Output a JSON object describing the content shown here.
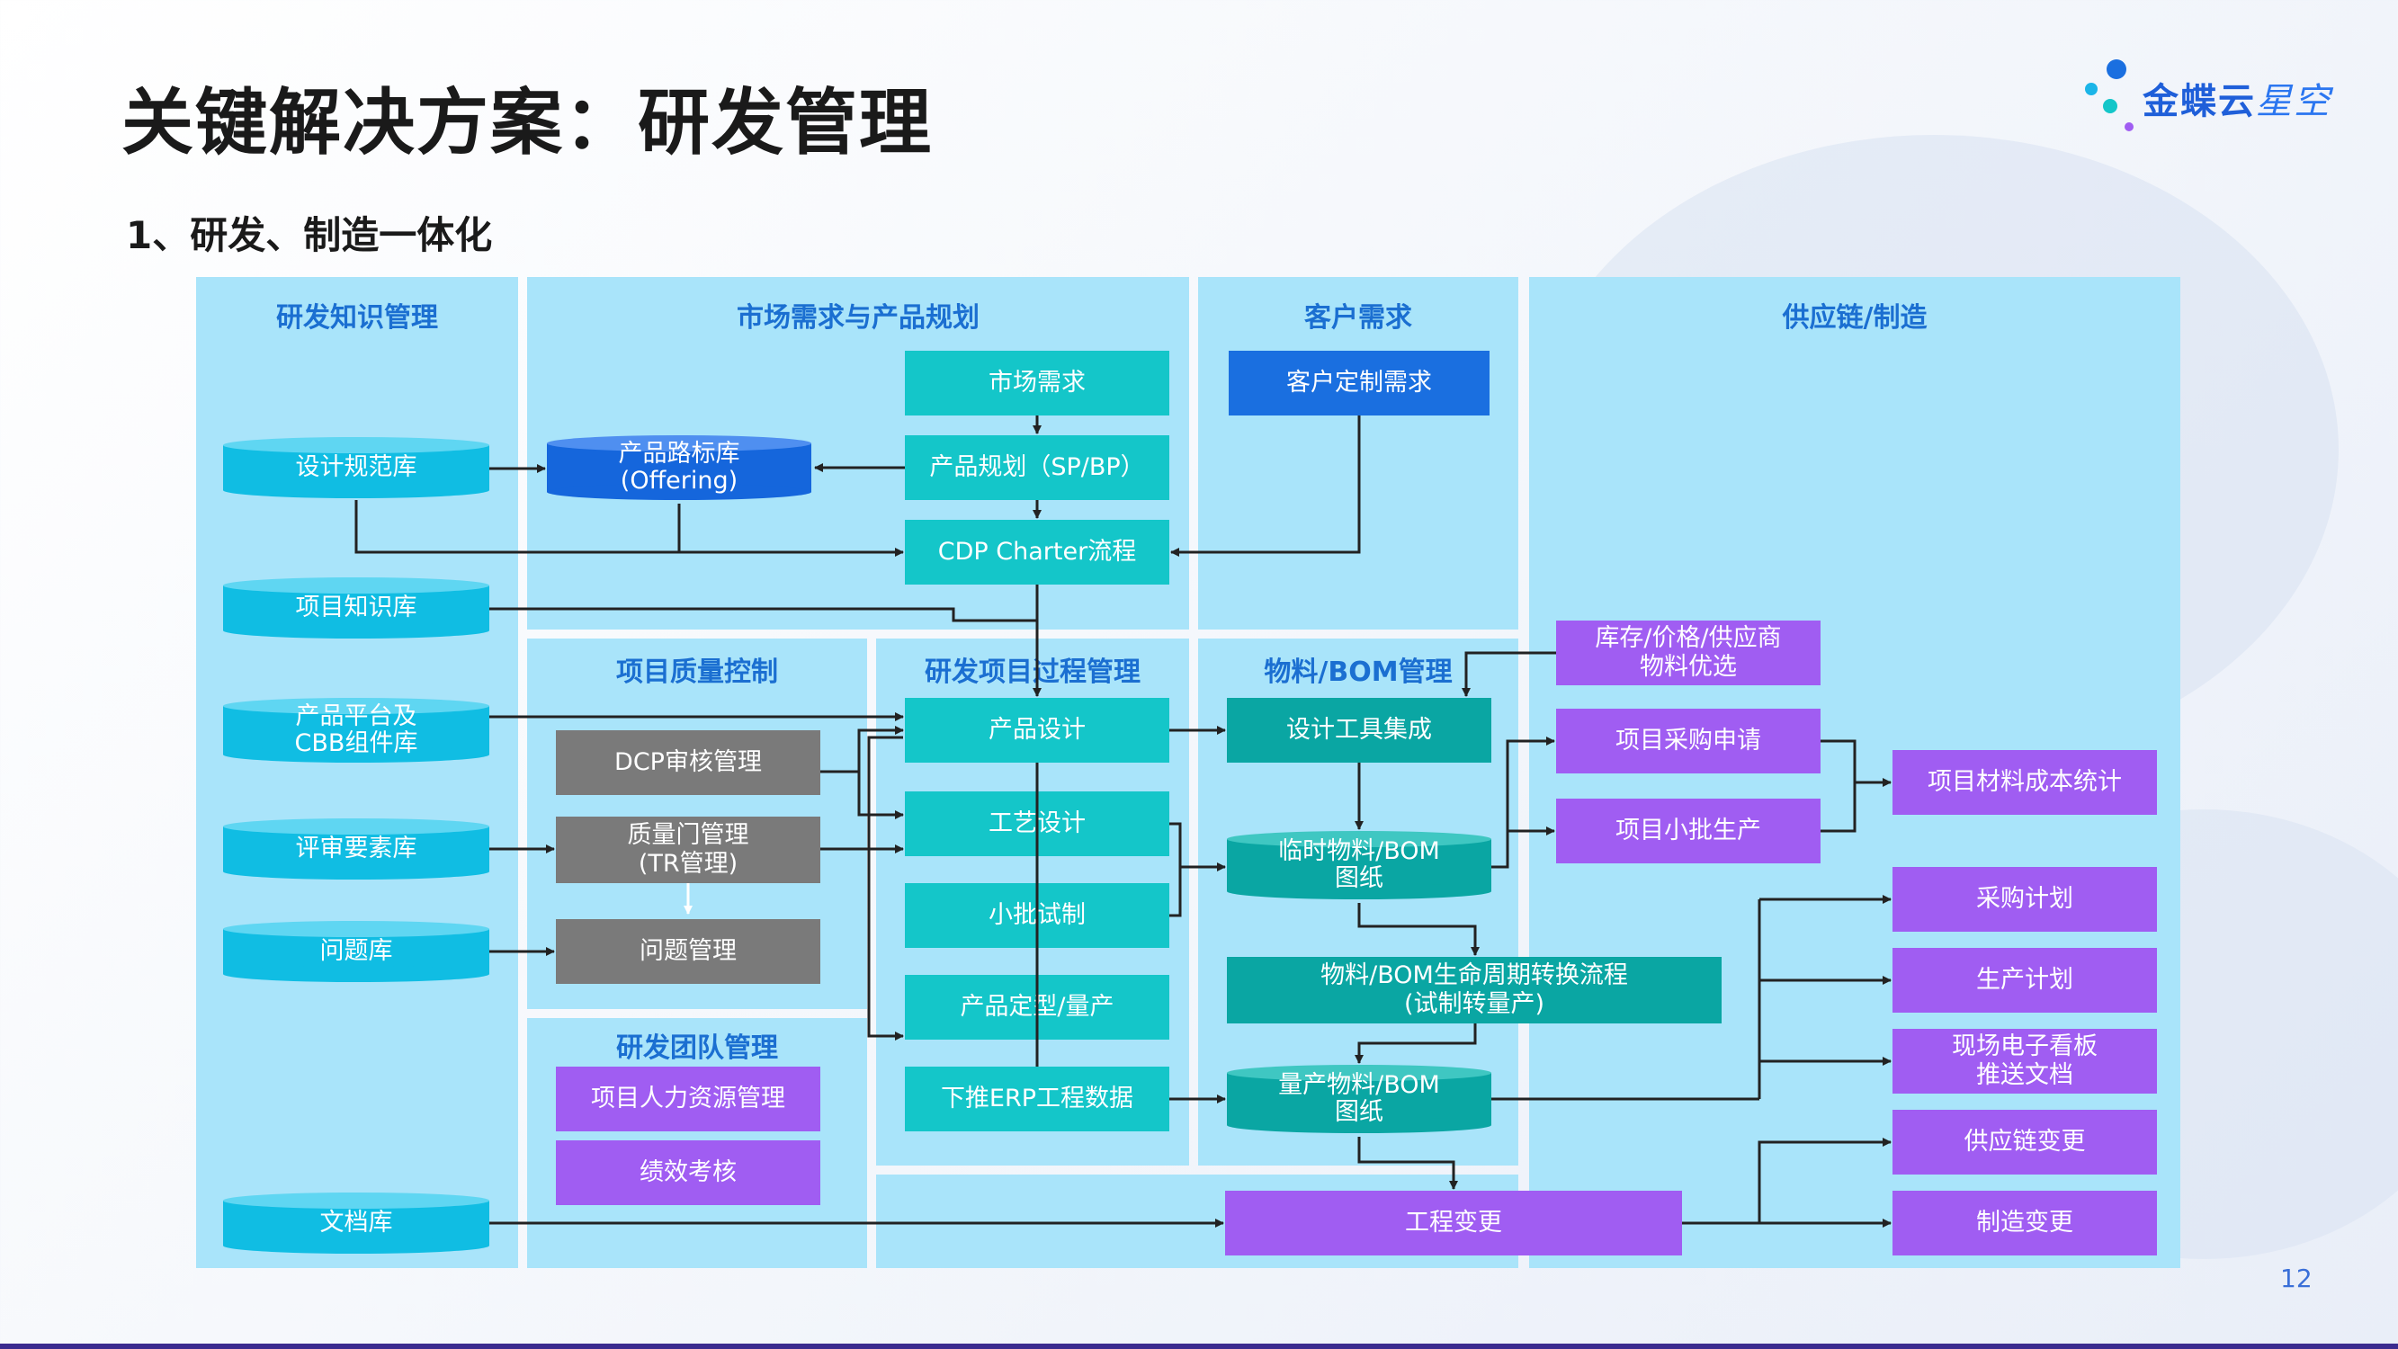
{
  "header": {
    "title": "关键解决方案：研发管理",
    "subtitle": "1、研发、制造一体化",
    "page_number": "12"
  },
  "logo": {
    "brand": "金蝶云",
    "product": "星空",
    "dot_colors": [
      "#1a6fe0",
      "#1bb5e8",
      "#14c6c9",
      "#a05df2"
    ]
  },
  "colors": {
    "panel": "#a9e4fa",
    "panel_title": "#1b6fd1",
    "teal": "#14c6c9",
    "dark_teal": "#0aa6a3",
    "blue": "#1a6fe0",
    "gray": "#7a7a7a",
    "purple": "#a05df2",
    "arrow": "#222222"
  },
  "sections": {
    "knowledge": "研发知识管理",
    "market": "市场需求与产品规划",
    "customer": "客户需求",
    "supply": "供应链/制造",
    "quality": "项目质量控制",
    "process": "研发项目过程管理",
    "bom": "物料/BOM管理",
    "team": "研发团队管理"
  },
  "repositories": {
    "design_spec": "设计规范库",
    "offering_l1": "产品路标库",
    "offering_l2": "(Offering)",
    "project_knowledge": "项目知识库",
    "platform_l1": "产品平台及",
    "platform_l2": "CBB组件库",
    "review": "评审要素库",
    "issue": "问题库",
    "document": "文档库"
  },
  "market_nodes": {
    "market_demand": "市场需求",
    "product_planning": "产品规划（SP/BP）",
    "cdp": "CDP Charter流程",
    "customer_demand": "客户定制需求"
  },
  "quality_nodes": {
    "dcp": "DCP审核管理",
    "gate_l1": "质量门管理",
    "gate_l2": "(TR管理)",
    "problem": "问题管理"
  },
  "team_nodes": {
    "hr": "项目人力资源管理",
    "kpi": "绩效考核"
  },
  "process_nodes": {
    "product_design": "产品设计",
    "craft_design": "工艺设计",
    "trial": "小批试制",
    "finalize": "产品定型/量产",
    "erp": "下推ERP工程数据"
  },
  "bom_nodes": {
    "tool": "设计工具集成",
    "temp_bom_l1": "临时物料/BOM",
    "temp_bom_l2": "图纸",
    "lifecycle_l1": "物料/BOM生命周期转换流程",
    "lifecycle_l2": "(试制转量产)",
    "mass_bom_l1": "量产物料/BOM",
    "mass_bom_l2": "图纸",
    "eng_change": "工程变更"
  },
  "supply_nodes": {
    "stock_l1": "库存/价格/供应商",
    "stock_l2": "物料优选",
    "purchase_request": "项目采购申请",
    "small_batch": "项目小批生产",
    "cost_stat": "项目材料成本统计",
    "purchase_plan": "采购计划",
    "production_plan": "生产计划",
    "board_l1": "现场电子看板",
    "board_l2": "推送文档",
    "supply_change": "供应链变更",
    "mfg_change": "制造变更"
  }
}
